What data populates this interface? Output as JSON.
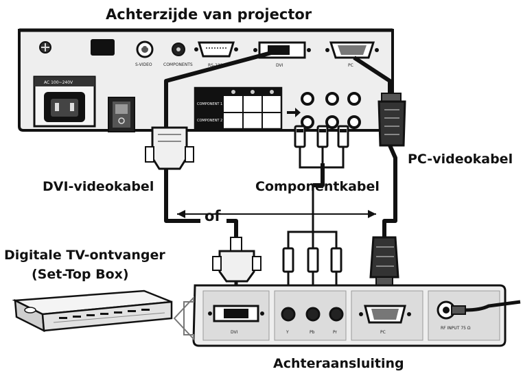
{
  "title": "Achterzijde van projector",
  "labels": {
    "dvi_cable": "DVI-videokabel",
    "pc_cable": "PC-videokabel",
    "component_cable": "Componentkabel",
    "or": "of",
    "receiver_line1": "Digitale TV-ontvanger",
    "receiver_line2": "(Set-Top Box)",
    "rear_connection": "Achteraansluiting"
  },
  "projector_panel": {
    "power_label": "AC 100~240V",
    "ports": [
      "S-VIDEO",
      "COMPONENTS",
      "RS-232C",
      "DVI",
      "PC"
    ],
    "component_table": {
      "rows": [
        "COMPONENT 1",
        "COMPONENT 2"
      ]
    }
  },
  "stb_panel": {
    "ports": [
      "DVI",
      "Y",
      "Pb",
      "Pr",
      "PC",
      "RF INPUT 75 Ω"
    ]
  },
  "colors": {
    "panel": "#ededed",
    "outline": "#111111",
    "cable": "#111111"
  }
}
